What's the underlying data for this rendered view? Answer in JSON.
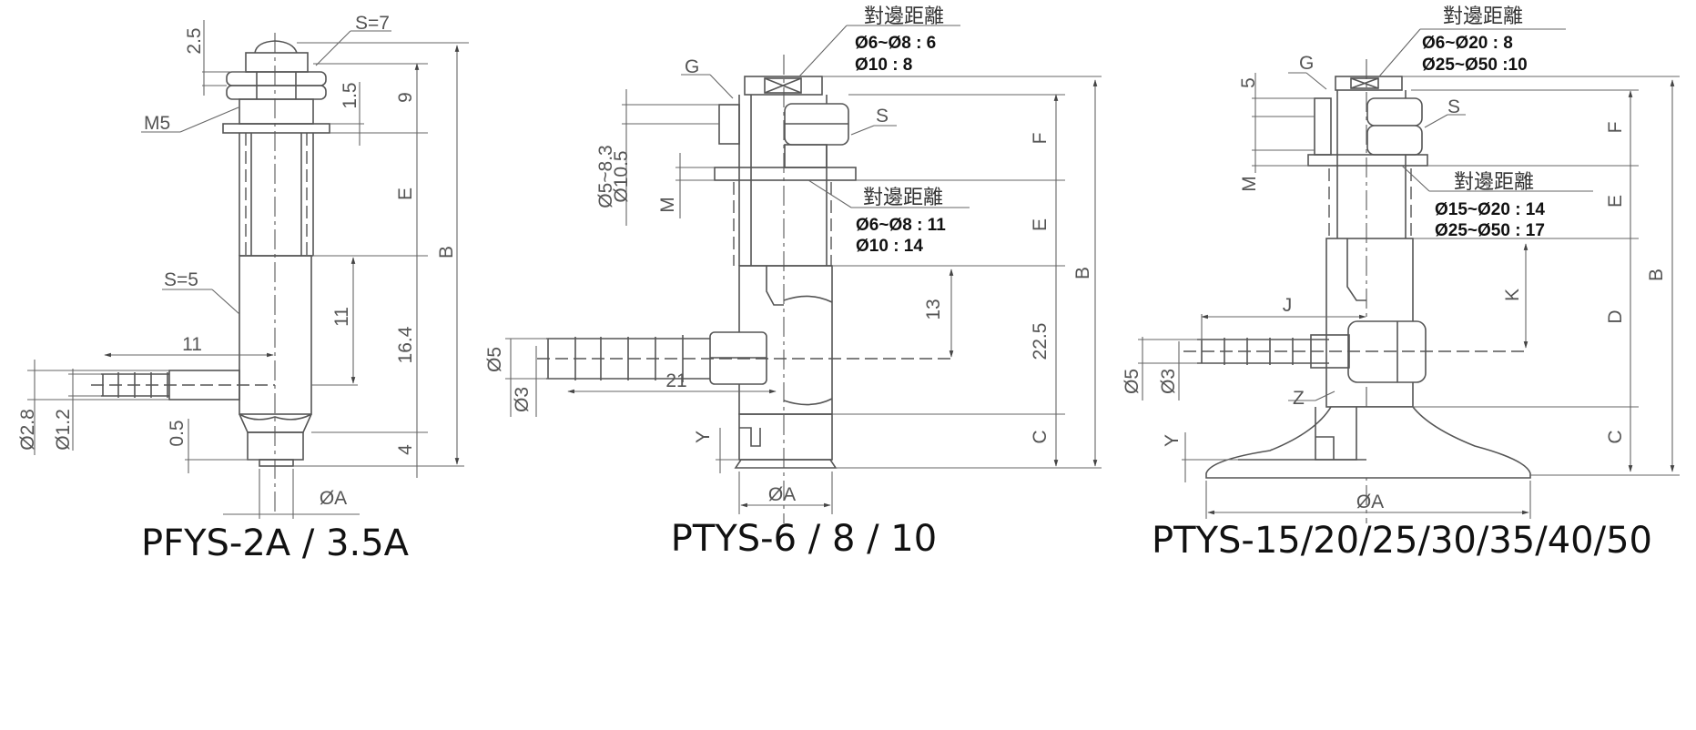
{
  "drawings": [
    {
      "title": "PFYS-2A / 3.5A",
      "labels": {
        "s7": "S=7",
        "d2_5": "2.5",
        "m5": "M5",
        "d1_5": "1.5",
        "d9": "9",
        "e": "E",
        "b": "B",
        "s5": "S=5",
        "d11v": "11",
        "d11h": "11",
        "d16_4": "16.4",
        "dia2_8": "Ø2.8",
        "dia1_2": "Ø1.2",
        "d0_5": "0.5",
        "d4": "4",
        "dia_a": "ØA"
      }
    },
    {
      "title": "PTYS-6 / 8 / 10",
      "labels": {
        "across_flats_top": "對邊距離",
        "af_top_1": "Ø6~Ø8 : 6",
        "af_top_2": "Ø10 : 8",
        "g": "G",
        "s": "S",
        "dia5_8_3": "Ø5~8.3",
        "dia10_5": "Ø10.5",
        "m": "M",
        "across_flats_mid": "對邊距離",
        "af_mid_1": "Ø6~Ø8 : 11",
        "af_mid_2": "Ø10 : 14",
        "f": "F",
        "e": "E",
        "b": "B",
        "d13": "13",
        "d22_5": "22.5",
        "c": "C",
        "dia5": "Ø5",
        "dia3": "Ø3",
        "d21": "21",
        "y": "Y",
        "dia_a": "ØA"
      }
    },
    {
      "title": "PTYS-15/20/25/30/35/40/50",
      "labels": {
        "across_flats_top": "對邊距離",
        "af_top_1": "Ø6~Ø20 : 8",
        "af_top_2": "Ø25~Ø50 :10",
        "g": "G",
        "d5": "5",
        "s": "S",
        "m": "M",
        "across_flats_mid": "對邊距離",
        "af_mid_1": "Ø15~Ø20 : 14",
        "af_mid_2": "Ø25~Ø50 : 17",
        "f": "F",
        "e": "E",
        "b": "B",
        "k": "K",
        "d": "D",
        "c": "C",
        "j": "J",
        "dia5": "Ø5",
        "dia3": "Ø3",
        "z": "Z",
        "y": "Y",
        "dia_a": "ØA"
      }
    }
  ]
}
